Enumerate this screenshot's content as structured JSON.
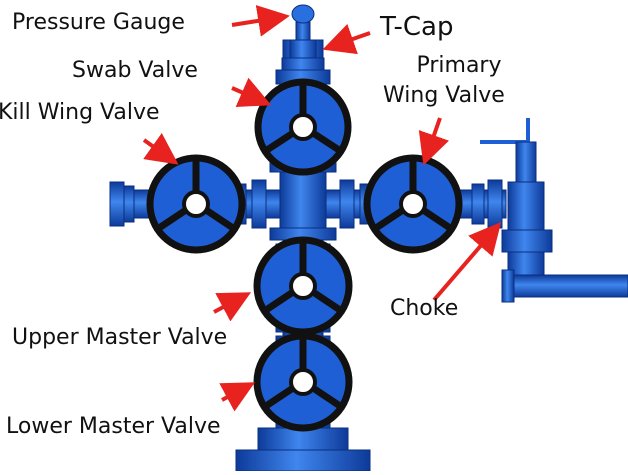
{
  "diagram": {
    "labels": {
      "pressure_gauge": "Pressure Gauge",
      "t_cap": "T-Cap",
      "swab_valve": "Swab Valve",
      "primary_wing_valve_line1": "Primary",
      "primary_wing_valve_line2": "Wing Valve",
      "kill_wing_valve": "Kill Wing Valve",
      "choke": "Choke",
      "upper_master_valve": "Upper Master Valve",
      "lower_master_valve": "Lower Master Valve"
    },
    "colors": {
      "body_blue": "#1f5fd6",
      "body_blue_light": "#4d8ef0",
      "body_blue_dark": "#0d3a99",
      "wheel": "#111111",
      "arrow": "#e8231f",
      "label_text": "#111111"
    },
    "icons": {
      "valve_wheel": "valve-handwheel-icon",
      "pointer_arrow": "red-arrow-icon",
      "gauge": "pressure-gauge-icon"
    }
  }
}
